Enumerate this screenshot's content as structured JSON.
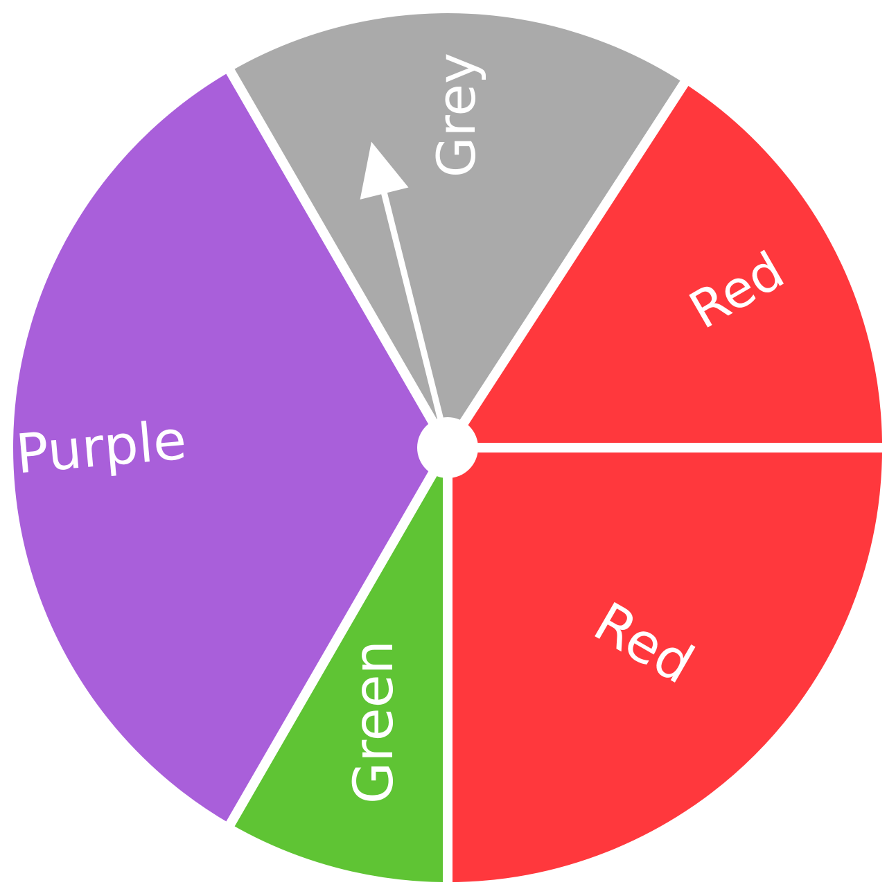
{
  "spinner": {
    "segments": [
      {
        "label": "Red",
        "color": "#ff383d",
        "start_deg": 90,
        "end_deg": 180
      },
      {
        "label": "Green",
        "color": "#5fc434",
        "start_deg": 180,
        "end_deg": 210
      },
      {
        "label": "Purple",
        "color": "#a95fda",
        "start_deg": 210,
        "end_deg": 330
      },
      {
        "label": "Grey",
        "color": "#aaaaaa",
        "start_deg": 330,
        "end_deg": 33
      },
      {
        "label": "Red",
        "color": "#ff383d",
        "start_deg": 33,
        "end_deg": 90
      }
    ],
    "arrow_deg": 346,
    "divider_color": "#ffffff",
    "label_color": "#ffffff"
  }
}
